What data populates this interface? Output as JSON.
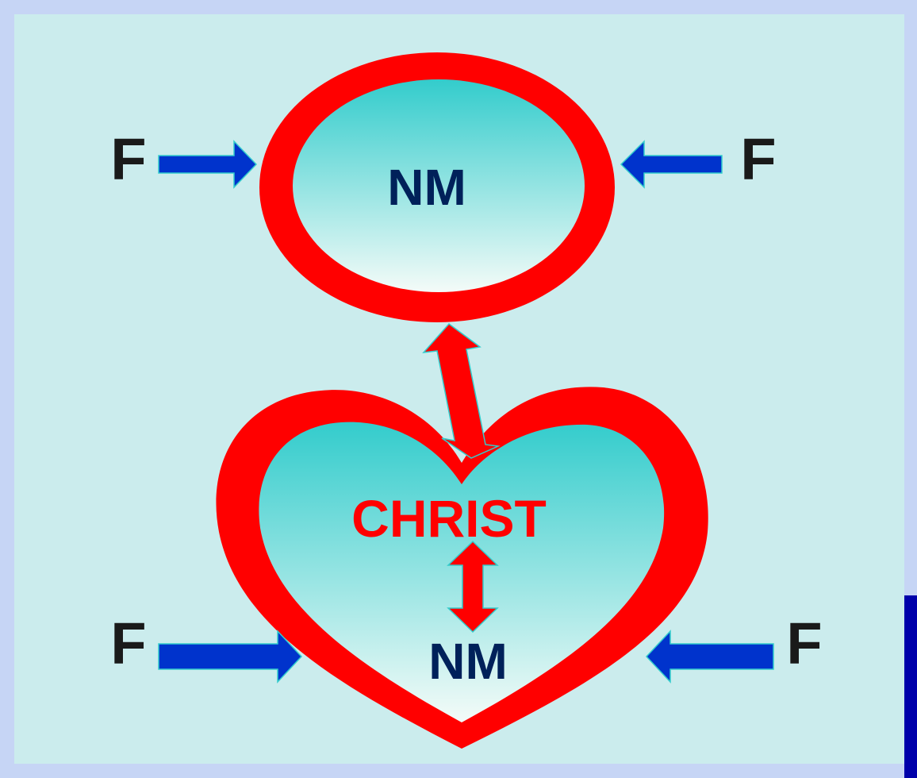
{
  "top_shape": {
    "label": "NM",
    "label_color": "#00215a"
  },
  "heart_shape": {
    "upper_label": "CHRIST",
    "upper_label_color": "#ff0000",
    "lower_label": "NM",
    "lower_label_color": "#00215a"
  },
  "force_label": "F",
  "force_arrows": [
    {
      "label": "F",
      "position": "top-left",
      "direction": "right"
    },
    {
      "label": "F",
      "position": "top-right",
      "direction": "left"
    },
    {
      "label": "F",
      "position": "bottom-left",
      "direction": "right"
    },
    {
      "label": "F",
      "position": "bottom-right",
      "direction": "left"
    }
  ],
  "colors": {
    "background": "#cbeced",
    "outer_border": "#c6d5f5",
    "ring": "#ff0000",
    "ring_shadow": "#c80000",
    "fill_top": "#33cccc",
    "fill_bottom": "#f4fbf8",
    "force_arrow": "#0033cc",
    "force_arrow_outline": "#33cccc",
    "link_arrow": "#ff0000",
    "label_dark": "#1a1a1a",
    "corner_bar": "#0000aa"
  }
}
